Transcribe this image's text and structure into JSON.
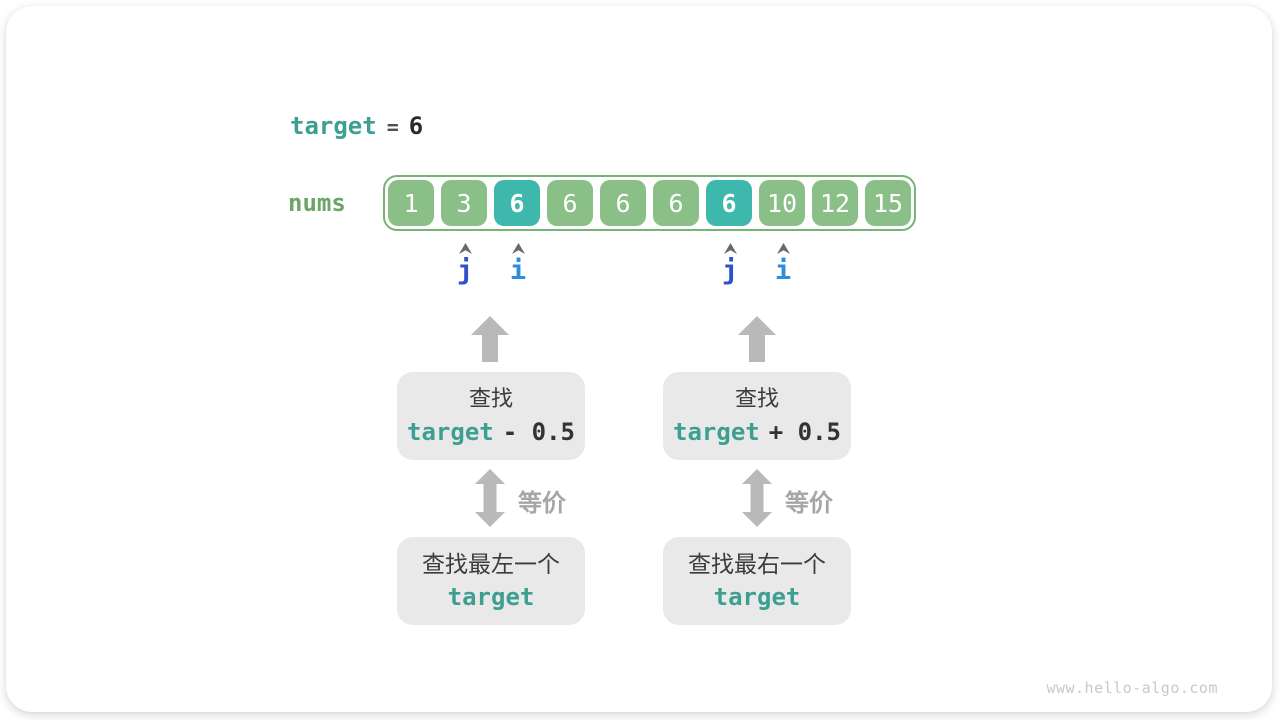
{
  "watermark": "www.hello-algo.com",
  "header": {
    "target_label": "target",
    "equals": "=",
    "value": "6"
  },
  "array": {
    "label": "nums",
    "cells": [
      {
        "value": "1",
        "highlight": false
      },
      {
        "value": "3",
        "highlight": false
      },
      {
        "value": "6",
        "highlight": true
      },
      {
        "value": "6",
        "highlight": false
      },
      {
        "value": "6",
        "highlight": false
      },
      {
        "value": "6",
        "highlight": false
      },
      {
        "value": "6",
        "highlight": true
      },
      {
        "value": "10",
        "highlight": false
      },
      {
        "value": "12",
        "highlight": false
      },
      {
        "value": "15",
        "highlight": false
      }
    ]
  },
  "pointers": {
    "left_j": {
      "label": "j"
    },
    "left_i": {
      "label": "i"
    },
    "right_j": {
      "label": "j"
    },
    "right_i": {
      "label": "i"
    }
  },
  "flow_left": {
    "search_prefix": "查找",
    "expr_target": "target",
    "expr_op": "- 0.5",
    "equiv": "等价",
    "result_line1": "查找最左一个",
    "result_line2": "target"
  },
  "flow_right": {
    "search_prefix": "查找",
    "expr_target": "target",
    "expr_op": "+ 0.5",
    "equiv": "等价",
    "result_line1": "查找最右一个",
    "result_line2": "target"
  },
  "colors": {
    "cell_green": "#8abf88",
    "cell_highlight_teal": "#3eb8ac",
    "array_border_green": "#76b376",
    "nums_label_green": "#6aa667",
    "keyword_teal": "#3d9e92",
    "pointer_j_blue": "#2f51cc",
    "pointer_i_blue": "#2b8ce0",
    "arrow_gray": "#b9b9b9",
    "equiv_gray": "#a6a6a6",
    "box_bg_gray": "#e9e9e9",
    "dark_text": "#3c3c3c",
    "watermark_gray": "#c8c8c8"
  }
}
